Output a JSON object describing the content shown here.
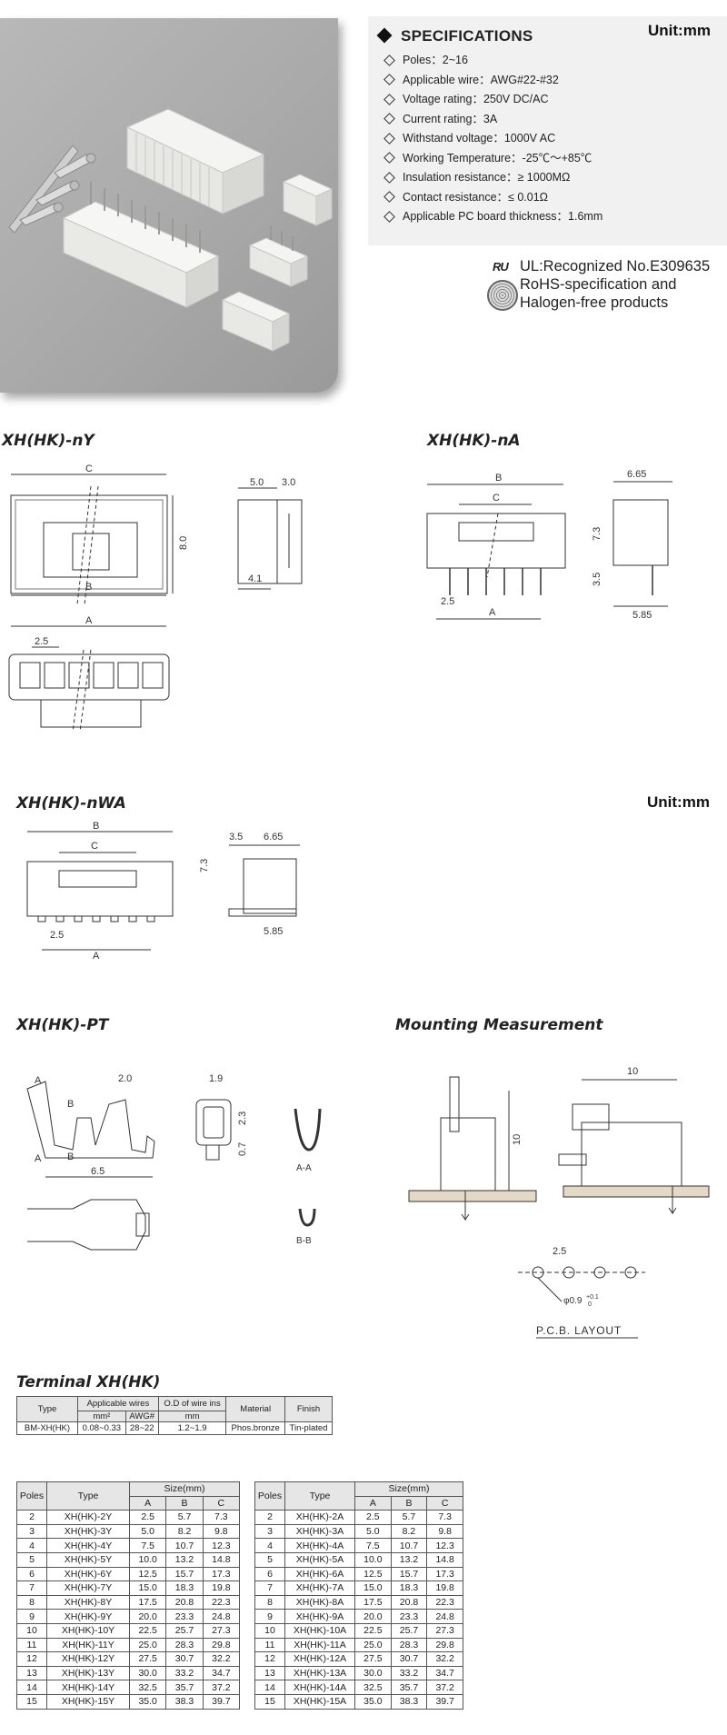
{
  "specifications": {
    "title": "SPECIFICATIONS",
    "unit": "Unit:mm",
    "items": [
      "Poles：2~16",
      "Applicable wire：AWG#22-#32",
      "Voltage rating：250V DC/AC",
      "Current rating：3A",
      "Withstand voltage：1000V AC",
      "Working Temperature：-25℃～+85℃",
      "Insulation resistance：≥ 1000MΩ",
      "Contact resistance：≤ 0.01Ω",
      "Applicable PC board thickness：1.6mm"
    ]
  },
  "certification": {
    "ul_mark": "RU",
    "ul_line": "UL:Recognized No.E309635",
    "rohs_line1": "RoHS-specification and",
    "rohs_line2": "Halogen-free products"
  },
  "drawings": {
    "ny": {
      "title": "XH(HK)-nY",
      "labels": [
        "C",
        "8.0",
        "B",
        "5.0",
        "3.0",
        "4.1",
        "A",
        "2.5"
      ]
    },
    "na": {
      "title": "XH(HK)-nA",
      "labels": [
        "B",
        "C",
        "7.3",
        "3.5",
        "2.5",
        "A",
        "6.65",
        "5.85"
      ]
    },
    "nwa": {
      "title": "XH(HK)-nWA",
      "unit": "Unit:mm",
      "labels": [
        "B",
        "C",
        "2.5",
        "A",
        "7.3",
        "3.5",
        "6.65",
        "5.85"
      ]
    },
    "pt": {
      "title": "XH(HK)-PT",
      "labels": [
        "A",
        "2.0",
        "B",
        "B",
        "A",
        "6.5",
        "1.9",
        "2.3",
        "0.7",
        "A-A",
        "B-B"
      ]
    },
    "mounting": {
      "title": "Mounting Measurement",
      "labels": [
        "10",
        "10",
        "2.5",
        "φ0.9 +0.1/0",
        "P.C.B. LAYOUT"
      ],
      "phi_text": "φ0.9",
      "tol_up": "+0.1",
      "tol_down": "0"
    }
  },
  "terminal_table": {
    "title": "Terminal  XH(HK)",
    "headers": [
      "Type",
      "Applicable wires",
      "O.D of wire ins",
      "Material",
      "Finish"
    ],
    "subheaders": [
      "mm²",
      "AWG#",
      "mm"
    ],
    "row": [
      "BM-XH(HK)",
      "0.08~0.33",
      "28~22",
      "1.2~1.9",
      "Phos.bronze",
      "Tin-plated"
    ]
  },
  "poles_table_y": {
    "headers": [
      "Poles",
      "Type",
      "Size(mm)"
    ],
    "subheaders": [
      "A",
      "B",
      "C"
    ],
    "rows": [
      [
        "2",
        "XH(HK)-2Y",
        "2.5",
        "5.7",
        "7.3"
      ],
      [
        "3",
        "XH(HK)-3Y",
        "5.0",
        "8.2",
        "9.8"
      ],
      [
        "4",
        "XH(HK)-4Y",
        "7.5",
        "10.7",
        "12.3"
      ],
      [
        "5",
        "XH(HK)-5Y",
        "10.0",
        "13.2",
        "14.8"
      ],
      [
        "6",
        "XH(HK)-6Y",
        "12.5",
        "15.7",
        "17.3"
      ],
      [
        "7",
        "XH(HK)-7Y",
        "15.0",
        "18.3",
        "19.8"
      ],
      [
        "8",
        "XH(HK)-8Y",
        "17.5",
        "20.8",
        "22.3"
      ],
      [
        "9",
        "XH(HK)-9Y",
        "20.0",
        "23.3",
        "24.8"
      ],
      [
        "10",
        "XH(HK)-10Y",
        "22.5",
        "25.7",
        "27.3"
      ],
      [
        "11",
        "XH(HK)-11Y",
        "25.0",
        "28.3",
        "29.8"
      ],
      [
        "12",
        "XH(HK)-12Y",
        "27.5",
        "30.7",
        "32.2"
      ],
      [
        "13",
        "XH(HK)-13Y",
        "30.0",
        "33.2",
        "34.7"
      ],
      [
        "14",
        "XH(HK)-14Y",
        "32.5",
        "35.7",
        "37.2"
      ],
      [
        "15",
        "XH(HK)-15Y",
        "35.0",
        "38.3",
        "39.7"
      ]
    ]
  },
  "poles_table_a": {
    "headers": [
      "Poles",
      "Type",
      "Size(mm)"
    ],
    "subheaders": [
      "A",
      "B",
      "C"
    ],
    "rows": [
      [
        "2",
        "XH(HK)-2A",
        "2.5",
        "5.7",
        "7.3"
      ],
      [
        "3",
        "XH(HK)-3A",
        "5.0",
        "8.2",
        "9.8"
      ],
      [
        "4",
        "XH(HK)-4A",
        "7.5",
        "10.7",
        "12.3"
      ],
      [
        "5",
        "XH(HK)-5A",
        "10.0",
        "13.2",
        "14.8"
      ],
      [
        "6",
        "XH(HK)-6A",
        "12.5",
        "15.7",
        "17.3"
      ],
      [
        "7",
        "XH(HK)-7A",
        "15.0",
        "18.3",
        "19.8"
      ],
      [
        "8",
        "XH(HK)-8A",
        "17.5",
        "20.8",
        "22.3"
      ],
      [
        "9",
        "XH(HK)-9A",
        "20.0",
        "23.3",
        "24.8"
      ],
      [
        "10",
        "XH(HK)-10A",
        "22.5",
        "25.7",
        "27.3"
      ],
      [
        "11",
        "XH(HK)-11A",
        "25.0",
        "28.3",
        "29.8"
      ],
      [
        "12",
        "XH(HK)-12A",
        "27.5",
        "30.7",
        "32.2"
      ],
      [
        "13",
        "XH(HK)-13A",
        "30.0",
        "33.2",
        "34.7"
      ],
      [
        "14",
        "XH(HK)-14A",
        "32.5",
        "35.7",
        "37.2"
      ],
      [
        "15",
        "XH(HK)-15A",
        "35.0",
        "38.3",
        "39.7"
      ]
    ]
  }
}
